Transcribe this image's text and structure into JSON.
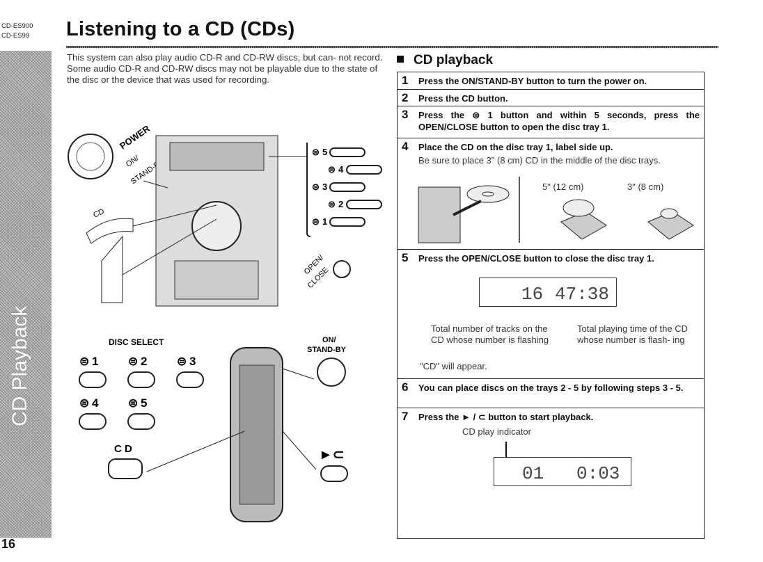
{
  "header": {
    "models": [
      "CD-ES900",
      "CD-ES99"
    ],
    "title": "Listening to a CD (CDs)"
  },
  "sidebar": {
    "label": "CD Playback"
  },
  "page_number": "16",
  "intro": [
    "This system can also play audio CD-R and CD-RW discs, but can- not record.",
    "Some audio CD-R and CD-RW discs may not be playable due to the state of the disc or the device that was used for recording."
  ],
  "illustration": {
    "power_label": "POWER",
    "on_label": "ON/",
    "standby_label": "STAND-BY",
    "cd_label": "CD",
    "open_label": "OPEN/",
    "close_label": "CLOSE",
    "disc_buttons": [
      "5",
      "4",
      "3",
      "2",
      "1"
    ],
    "disc_select": "DISC SELECT",
    "remote_disc": [
      "1",
      "2",
      "3",
      "4",
      "5"
    ],
    "remote_on": "ON/",
    "remote_standby": "STAND-BY",
    "remote_cd": "C D"
  },
  "section": {
    "title": "CD playback"
  },
  "steps": [
    {
      "num": "1",
      "text": "Press the ON/STAND-BY button to turn the power on."
    },
    {
      "num": "2",
      "text": "Press the CD button."
    },
    {
      "num": "3",
      "text": "Press the ⊜ 1 button and within 5 seconds, press the OPEN/CLOSE button to open the disc tray 1."
    },
    {
      "num": "4",
      "text": "Place the CD on the disc tray 1, label side up.",
      "note": "Be sure to place 3\" (8 cm) CD in the middle of the disc trays.",
      "size_5": "5\" (12 cm)",
      "size_3": "3\" (8 cm)"
    },
    {
      "num": "5",
      "text": "Press the OPEN/CLOSE button to close the disc tray 1.",
      "display_tracks": "16",
      "display_time": "47:38",
      "caption_left": "Total number of tracks on the CD whose number is flashing",
      "caption_right": "Total playing time of the CD whose number is flash- ing",
      "appear_note": "\"CD\" will appear."
    },
    {
      "num": "6",
      "text": "You can place discs on the trays 2 - 5 by following steps 3 - 5."
    },
    {
      "num": "7",
      "text": "Press the ► / ⊂ button to start playback.",
      "indicator": "CD play indicator",
      "display_track": "01",
      "display_time": "0:03"
    }
  ]
}
